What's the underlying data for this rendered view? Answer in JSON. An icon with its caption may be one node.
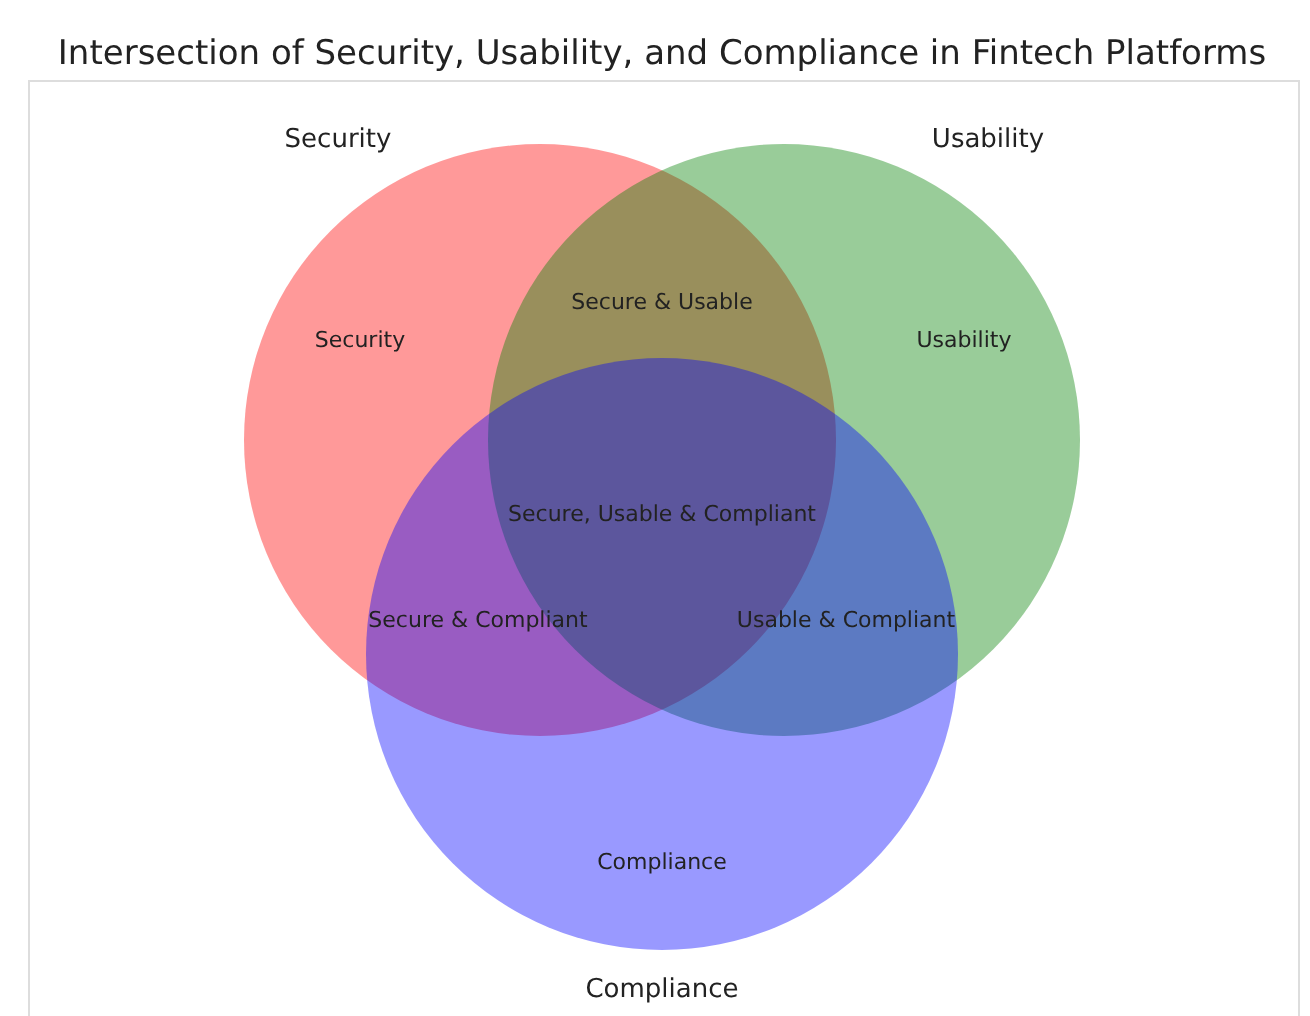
{
  "diagram": {
    "title": "Intersection of Security, Usability, and Compliance in Fintech Platforms",
    "nodes": [
      {
        "text": [
          "Security"
        ],
        "beside": [
          "Security"
        ]
      },
      {
        "text": [
          "Usability"
        ],
        "beside": [
          "Usability"
        ]
      },
      {
        "text": [
          "Compliance"
        ],
        "beside": [
          "Compliance"
        ]
      }
    ],
    "edges": [],
    "labels": [
      "Secure & Usable",
      "Secure, Usable & Compliant",
      "Secure & Compliant",
      "Usable & Compliant"
    ]
  }
}
